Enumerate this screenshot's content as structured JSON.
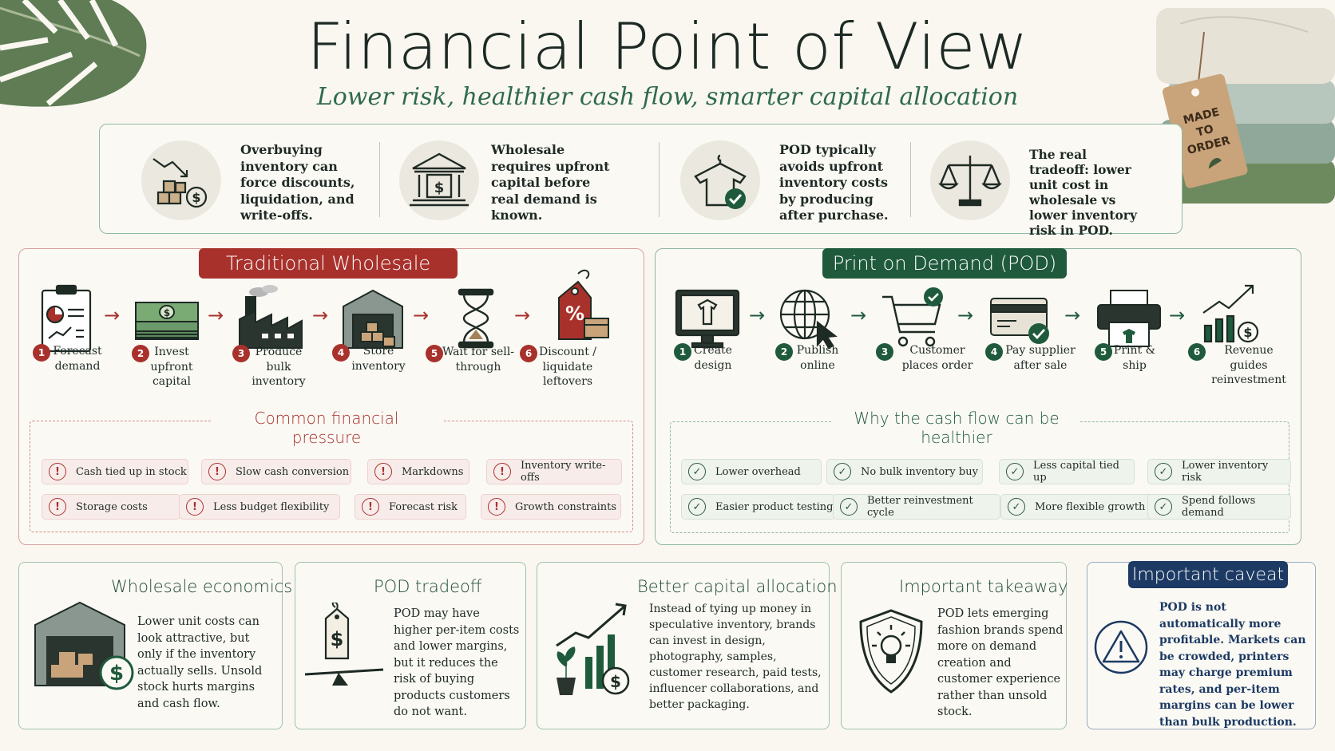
{
  "header": {
    "title": "Financial Point of View",
    "subtitle": "Lower risk, healthier cash flow, smarter capital allocation"
  },
  "decor": {
    "tag_text": "MADE TO ORDER"
  },
  "benefits": [
    {
      "icon": "overbuying-inventory-icon",
      "text": "Overbuying inventory can force discounts, liquidation, and write-offs."
    },
    {
      "icon": "bank-capital-icon",
      "text": "Wholesale requires upfront capital before real demand is known."
    },
    {
      "icon": "shirt-check-icon",
      "text": "POD typically avoids upfront inventory costs by producing after purchase."
    },
    {
      "icon": "balance-scale-icon",
      "text": "The real tradeoff: lower unit cost in wholesale vs lower inventory risk in POD."
    }
  ],
  "wholesale": {
    "title": "Traditional Wholesale",
    "steps": [
      {
        "num": "1",
        "label": "Forecast demand",
        "icon": "clipboard-chart-icon"
      },
      {
        "num": "2",
        "label": "Invest upfront capital",
        "icon": "cash-stack-icon"
      },
      {
        "num": "3",
        "label": "Produce bulk inventory",
        "icon": "factory-icon"
      },
      {
        "num": "4",
        "label": "Store inventory",
        "icon": "warehouse-icon"
      },
      {
        "num": "5",
        "label": "Wait for sell-through",
        "icon": "hourglass-icon"
      },
      {
        "num": "6",
        "label": "Discount / liquidate leftovers",
        "icon": "discount-tag-icon"
      }
    ],
    "pressure_title": "Common financial pressure",
    "pressures": [
      "Cash tied up in stock",
      "Slow cash conversion",
      "Markdowns",
      "Inventory write-offs",
      "Storage costs",
      "Less budget flexibility",
      "Forecast risk",
      "Growth constraints"
    ]
  },
  "pod": {
    "title": "Print on Demand (POD)",
    "steps": [
      {
        "num": "1",
        "label": "Create design",
        "icon": "monitor-shirt-icon"
      },
      {
        "num": "2",
        "label": "Publish online",
        "icon": "globe-cursor-icon"
      },
      {
        "num": "3",
        "label": "Customer places order",
        "icon": "cart-check-icon"
      },
      {
        "num": "4",
        "label": "Pay supplier after sale",
        "icon": "card-check-icon"
      },
      {
        "num": "5",
        "label": "Print & ship",
        "icon": "printer-icon"
      },
      {
        "num": "6",
        "label": "Revenue guides reinvestment",
        "icon": "growth-chart-icon"
      }
    ],
    "healthier_title": "Why the cash flow can be healthier",
    "benefits": [
      "Lower overhead",
      "No bulk inventory buy",
      "Less capital tied up",
      "Lower inventory risk",
      "Easier product testing",
      "Better reinvestment cycle",
      "More flexible growth",
      "Spend follows demand"
    ]
  },
  "cards": [
    {
      "title": "Wholesale economics",
      "body": "Lower unit costs can look attractive, but only if the inventory actually sells. Unsold stock hurts margins and cash flow.",
      "icon": "warehouse-dollar-icon"
    },
    {
      "title": "POD tradeoff",
      "body": "POD may have higher per-item costs and lower margins, but it reduces the risk of buying products customers do not want.",
      "icon": "price-tag-seesaw-icon"
    },
    {
      "title": "Better capital allocation",
      "body": "Instead of tying up money in speculative inventory, brands can invest in design, photography, samples, customer research, paid tests, influencer collaborations, and better packaging.",
      "icon": "plant-growth-icon"
    },
    {
      "title": "Important takeaway",
      "body": "POD lets emerging fashion brands spend more on demand creation and customer experience rather than unsold stock.",
      "icon": "shield-bulb-icon"
    },
    {
      "title": "Important caveat",
      "body": "POD is not automatically more profitable. Markets can be crowded, printers may charge premium rates, and per-item margins can be lower than bulk production.",
      "icon": "warning-icon"
    }
  ],
  "colors": {
    "red": "#a8312c",
    "green": "#1f5a3c",
    "navy": "#1c3a63",
    "dark": "#1e2a24"
  }
}
